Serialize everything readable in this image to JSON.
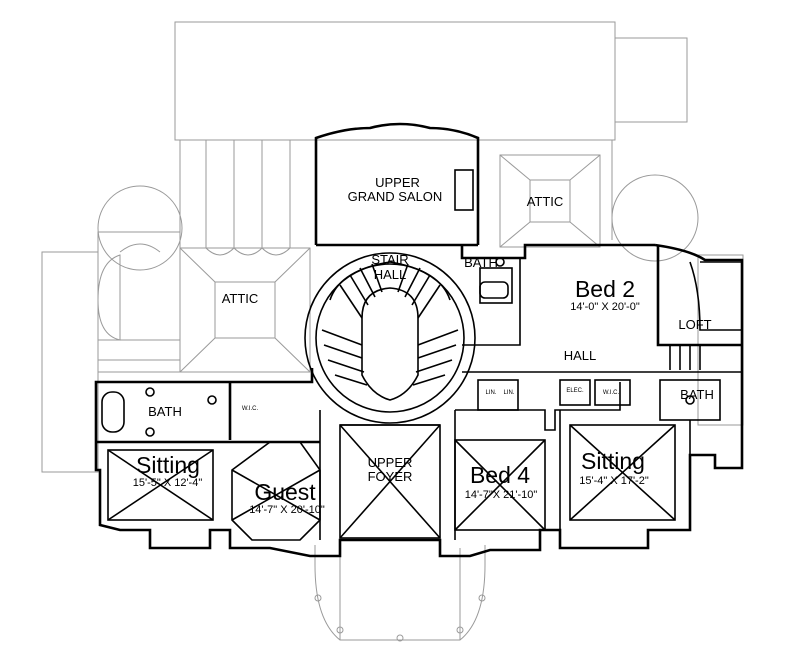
{
  "rooms": {
    "grand_salon": {
      "line1": "UPPER",
      "line2": "GRAND SALON"
    },
    "attic_right": "ATTIC",
    "attic_left": "ATTIC",
    "stair_hall": {
      "line1": "STAIR",
      "line2": "HALL"
    },
    "bath_top": "BATH",
    "bed2": {
      "name": "Bed 2",
      "dims": "14'-0\" X 20'-0\""
    },
    "loft": "LOFT",
    "hall": "HALL",
    "bath_left": "BATH",
    "wic_left": "W.I.C.",
    "sitting_left": {
      "name": "Sitting",
      "dims": "15'-5\" X 12'-4\""
    },
    "guest": {
      "name": "Guest",
      "dims": "14'-7\" X 20'-10\""
    },
    "upper_foyer": {
      "line1": "UPPER",
      "line2": "FOYER"
    },
    "bed4": {
      "name": "Bed 4",
      "dims": "14'-7\"X 21'-10\""
    },
    "sitting_right": {
      "name": "Sitting",
      "dims": "15'-4\" X 17'-2\""
    },
    "bath_right": "BATH",
    "wic_right": "W.I.C.",
    "lin_1": "LIN.",
    "lin_2": "LIN.",
    "elec": "ELEC."
  }
}
